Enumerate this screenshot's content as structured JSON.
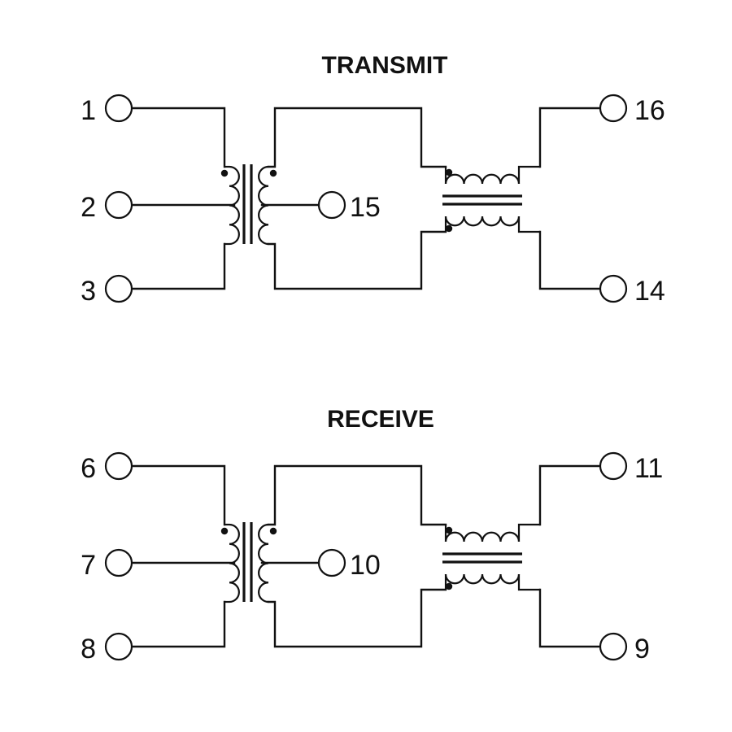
{
  "sections": [
    {
      "title": "TRANSMIT",
      "pins": {
        "left_top": "1",
        "left_mid": "2",
        "left_bot": "3",
        "center_tap": "15",
        "right_top": "16",
        "right_bot": "14"
      }
    },
    {
      "title": "RECEIVE",
      "pins": {
        "left_top": "6",
        "left_mid": "7",
        "left_bot": "8",
        "center_tap": "10",
        "right_top": "11",
        "right_bot": "9"
      }
    }
  ],
  "colors": {
    "line": "#111111",
    "background": "#ffffff"
  }
}
